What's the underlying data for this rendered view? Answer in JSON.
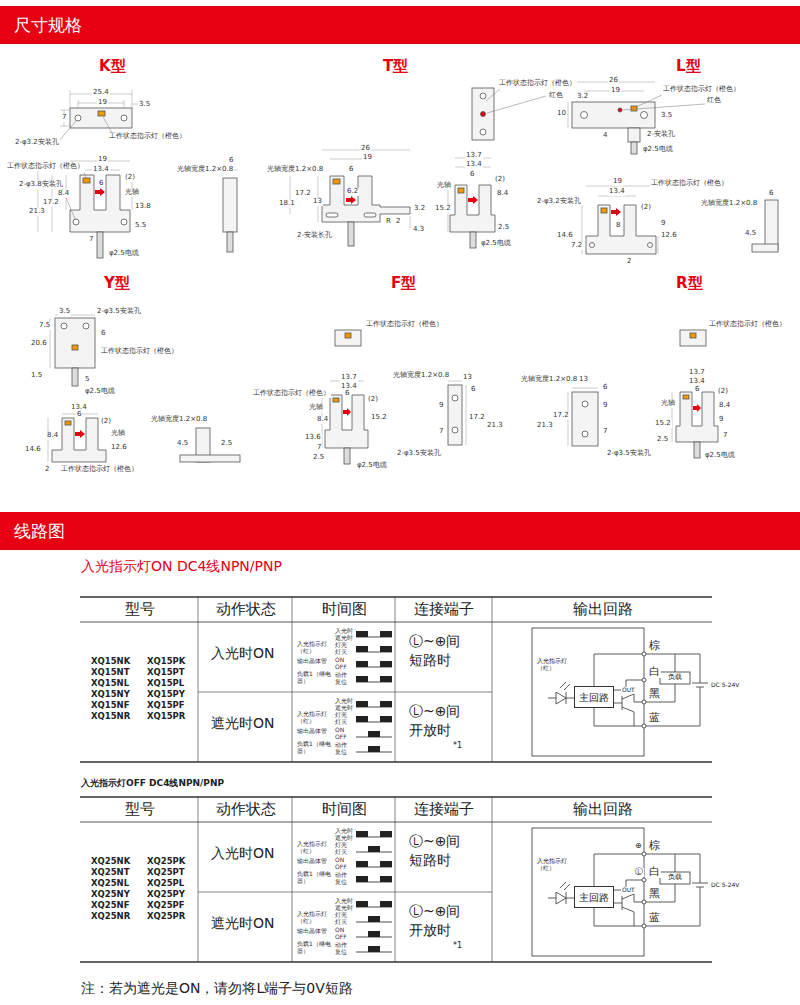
{
  "diagram": {
    "nodes": [
      {
        "text": [
          "尺寸规格"
        ]
      },
      {
        "text": [
          "线路图"
        ]
      },
      {
        "text": [
          "主回路"
        ]
      },
      {
        "text": [
          "主回路"
        ]
      }
    ],
    "labels": [
      "K型",
      "25.4",
      "19",
      "3.5",
      "7",
      "2-φ3.2安装孔",
      "工作状态指示灯（橙色）",
      "工作状态指示灯（橙色）",
      "19",
      "13.4",
      "2-φ3.8安装孔",
      "6",
      "(2)",
      "光轴",
      "8.4",
      "17.2",
      "21.3",
      "13.8",
      "5.5",
      "7",
      "φ2.5电缆",
      "光轴宽度1.2×0.8",
      "6",
      "T型",
      "26",
      "19",
      "6",
      "光轴宽度1.2×0.8",
      "18.1",
      "17.2",
      "13",
      "6.2",
      "2-安装长孔",
      "4.3",
      "3.2",
      "R",
      "2",
      "工作状态指示灯（橙色）",
      "红色",
      "13.7",
      "13.4",
      "6",
      "(2)",
      "光轴",
      "8.4",
      "15.2",
      "2.5",
      "φ2.5电缆",
      "L型",
      "26",
      "19",
      "工作状态指示灯（橙色）",
      "红色",
      "10",
      "3.2",
      "3.5",
      "4",
      "2-安装孔",
      "φ2.5电缆",
      "19",
      "13.4",
      "2-φ3.2安装孔",
      "工作状态指示灯（橙色）",
      "光轴宽度1.2×0.8",
      "6",
      "(2)",
      "14.6",
      "7.2",
      "8",
      "9",
      "12.6",
      "4.5",
      "2",
      "Y型",
      "7.5",
      "3.5",
      "2-φ3.5安装孔",
      "20.6",
      "6",
      "工作状态指示灯（橙色）",
      "1.5",
      "5",
      "φ2.5电缆",
      "13.4",
      "6",
      "(2)",
      "光轴",
      "8.4",
      "12.6",
      "14.6",
      "2",
      "工作状态指示灯（橙色）",
      "光轴宽度1.2×0.8",
      "4.5",
      "2.5",
      "F型",
      "工作状态指示灯（橙色）",
      "13.7",
      "13.4",
      "6",
      "(2)",
      "光轴宽度1.2×0.8",
      "工作状态指示灯（橙色）",
      "光轴",
      "8.4",
      "15.2",
      "13.6",
      "7",
      "2.5",
      "φ2.5电缆",
      "13",
      "6",
      "9",
      "17.2",
      "21.3",
      "7",
      "2-φ3.5安装孔",
      "R型",
      "工作状态指示灯（橙色）",
      "光轴宽度1.2×0.8",
      "13",
      "6",
      "17.2",
      "21.3",
      "9",
      "7",
      "2-φ3.5安装孔",
      "13.7",
      "13.4",
      "6",
      "(2)",
      "光轴",
      "8.4",
      "15.2",
      "9",
      "2.5",
      "7",
      "φ2.5电缆",
      "入光指示灯ON DC4线NPN/PNP",
      "型号",
      "动作状态",
      "时间图",
      "连接端子",
      "输出回路",
      "XQ15NK",
      "XQ15NT",
      "XQ15NL",
      "XQ15NY",
      "XQ15NF",
      "XQ15NR",
      "XQ15PK",
      "XQ15PT",
      "XQ15PL",
      "XQ15PY",
      "XQ15PF",
      "XQ15PR",
      "入光时ON",
      "入光时",
      "遮光时",
      "入光指示灯（红）",
      "灯亮",
      "灯灭",
      "输出晶体管",
      "ON",
      "OFF",
      "负载1（继电器）",
      "动作",
      "复位",
      "Ⓛ~⊕间",
      "短路时",
      "遮光时ON",
      "入光时",
      "遮光时",
      "入光指示灯（红）",
      "灯亮",
      "灯灭",
      "输出晶体管",
      "ON",
      "OFF",
      "负载1（继电器）",
      "动作",
      "复位",
      "Ⓛ~⊕间",
      "开放时",
      "*1",
      "棕",
      "白",
      "黑",
      "蓝",
      "OUT",
      "入光指示灯（红）",
      "负载",
      "DC 5-24V",
      "入光指示灯OFF DC4线NPN/PNP",
      "型号",
      "动作状态",
      "时间图",
      "连接端子",
      "输出回路",
      "XQ25NK",
      "XQ25NT",
      "XQ25NL",
      "XQ25NY",
      "XQ25NF",
      "XQ25NR",
      "XQ25PK",
      "XQ25PT",
      "XQ25PL",
      "XQ25PY",
      "XQ25PF",
      "XQ25PR",
      "入光时ON",
      "入光时",
      "遮光时",
      "入光指示灯（红）",
      "灯亮",
      "灯灭",
      "输出晶体管",
      "ON",
      "OFF",
      "负载1（继电器）",
      "动作",
      "复位",
      "Ⓛ~⊕间",
      "短路时",
      "遮光时ON",
      "入光时",
      "遮光时",
      "入光指示灯（红）",
      "灯亮",
      "灯灭",
      "输出晶体管",
      "ON",
      "OFF",
      "负载1（继电器）",
      "动作",
      "复位",
      "Ⓛ~⊕间",
      "开放时",
      "*1",
      "⊕",
      "棕",
      "Ⓛ",
      "白",
      "OUT",
      "黑",
      "蓝",
      "入光指示灯（红）",
      "负载",
      "DC 5-24V",
      "注：若为遮光是ON，请勿将L端子与0V短路"
    ]
  }
}
